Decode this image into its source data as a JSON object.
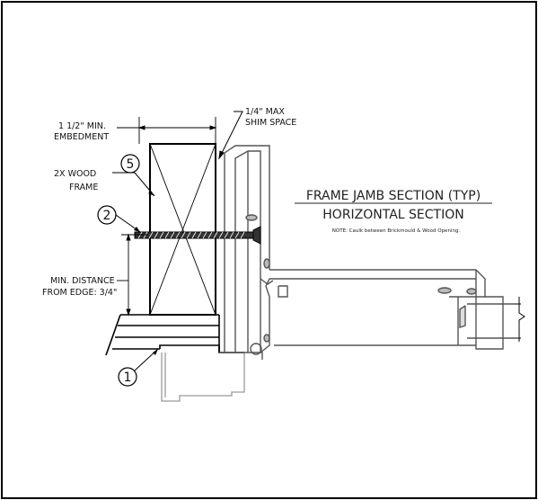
{
  "labels": {
    "embedment_line1": "1 1/2\" MIN.",
    "embedment_line2": "EMBEDMENT",
    "shim_line1": "1/4\" MAX",
    "shim_line2": "SHIM SPACE",
    "frame_line1": "2X WOOD",
    "frame_line2": "FRAME",
    "distance_line1": "MIN. DISTANCE",
    "distance_line2": "FROM EDGE: 3/4\""
  },
  "callouts": {
    "c5": "5",
    "c2": "2",
    "c1": "1"
  },
  "title": {
    "main": "FRAME JAMB SECTION (TYP)",
    "sub": "HORIZONTAL SECTION",
    "note": "NOTE: Caulk between Brickmould & Wood Opening."
  }
}
